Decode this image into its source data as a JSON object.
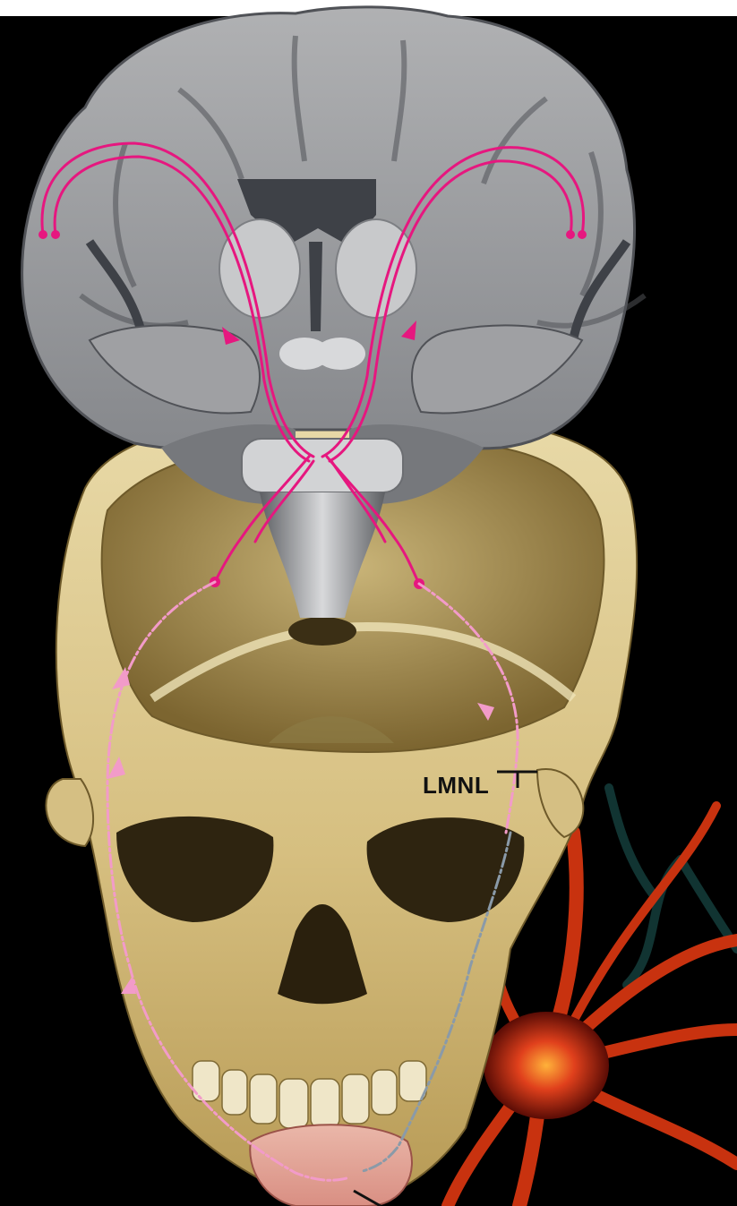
{
  "figure": {
    "labels": {
      "lesion": "LMNL"
    },
    "pathways": {
      "upper_motor_neuron_color": "#e6177f",
      "lower_motor_neuron_color": "#f29bc9",
      "interrupted_segment_color": "#8a9aa8"
    },
    "palette": {
      "background": "#000000",
      "brain_gray": "#9a9b9d",
      "brain_dark": "#4e5157",
      "bone": "#d9c58a",
      "bone_shadow": "#8a7340",
      "tongue": "#e6a79c",
      "neuron": "#e0401c"
    },
    "structures": [
      "brain-coronal-section",
      "brainstem",
      "skull",
      "tongue",
      "neuron-cell"
    ]
  }
}
